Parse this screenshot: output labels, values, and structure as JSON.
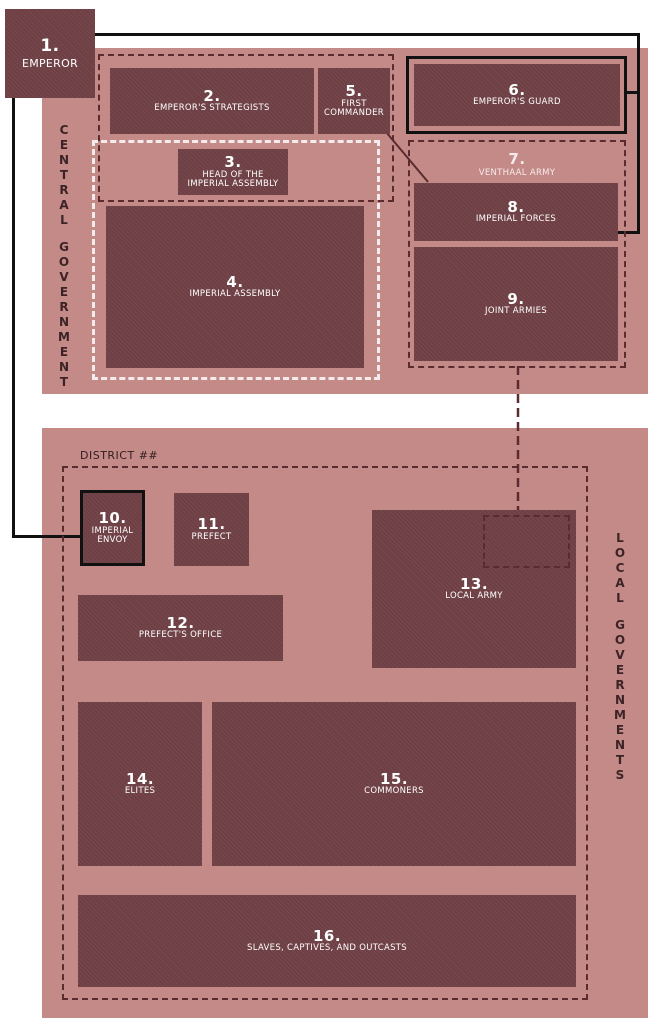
{
  "central_label": "CENTRAL GOVERNMENT",
  "local_label": "LOCAL GOVERNMENTS",
  "district_label": "DISTRICT ##",
  "boxes": {
    "b1": {
      "num": "1.",
      "label": "EMPEROR"
    },
    "b2": {
      "num": "2.",
      "label": "EMPEROR'S STRATEGISTS"
    },
    "b3": {
      "num": "3.",
      "label": "HEAD OF THE IMPERIAL ASSEMBLY"
    },
    "b4": {
      "num": "4.",
      "label": "IMPERIAL ASSEMBLY"
    },
    "b5": {
      "num": "5.",
      "label": "FIRST COMMANDER"
    },
    "b6": {
      "num": "6.",
      "label": "EMPEROR'S GUARD"
    },
    "b7": {
      "num": "7.",
      "label": "VENTHAAL ARMY"
    },
    "b8": {
      "num": "8.",
      "label": "IMPERIAL FORCES"
    },
    "b9": {
      "num": "9.",
      "label": "JOINT ARMIES"
    },
    "b10": {
      "num": "10.",
      "label": "IMPERIAL ENVOY"
    },
    "b11": {
      "num": "11.",
      "label": "PREFECT"
    },
    "b12": {
      "num": "12.",
      "label": "PREFECT'S OFFICE"
    },
    "b13": {
      "num": "13.",
      "label": "LOCAL ARMY"
    },
    "b14": {
      "num": "14.",
      "label": "ELITES"
    },
    "b15": {
      "num": "15.",
      "label": "COMMONERS"
    },
    "b16": {
      "num": "16.",
      "label": "SLAVES, CAPTIVES, AND OUTCASTS"
    }
  },
  "colors": {
    "panel": "#c48a88",
    "box": "#6e3f44",
    "dash": "#5a2c30",
    "connector": "#111111",
    "assembly_dash": "#f4ecec"
  }
}
